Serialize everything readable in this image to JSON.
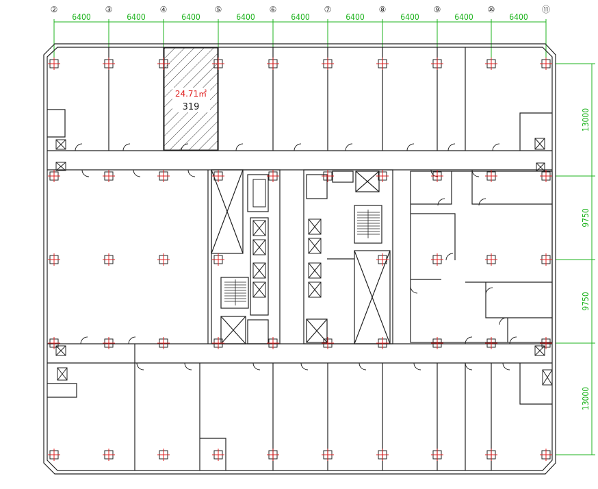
{
  "axes": {
    "labels": [
      "②",
      "③",
      "④",
      "⑤",
      "⑥",
      "⑦",
      "⑧",
      "⑨",
      "⑩",
      "⑪"
    ]
  },
  "dimensions": {
    "horizontal": [
      "6400",
      "6400",
      "6400",
      "6400",
      "6400",
      "6400",
      "6400",
      "6400",
      "6400"
    ],
    "vertical": [
      "13000",
      "9750",
      "9750",
      "13000"
    ]
  },
  "highlighted_unit": {
    "area": "24.71㎡",
    "room_number": "319"
  },
  "colors": {
    "dimension": "#1db31d",
    "wall": "#222222",
    "column_mark": "#e02020",
    "highlight_text": "#e02020"
  }
}
